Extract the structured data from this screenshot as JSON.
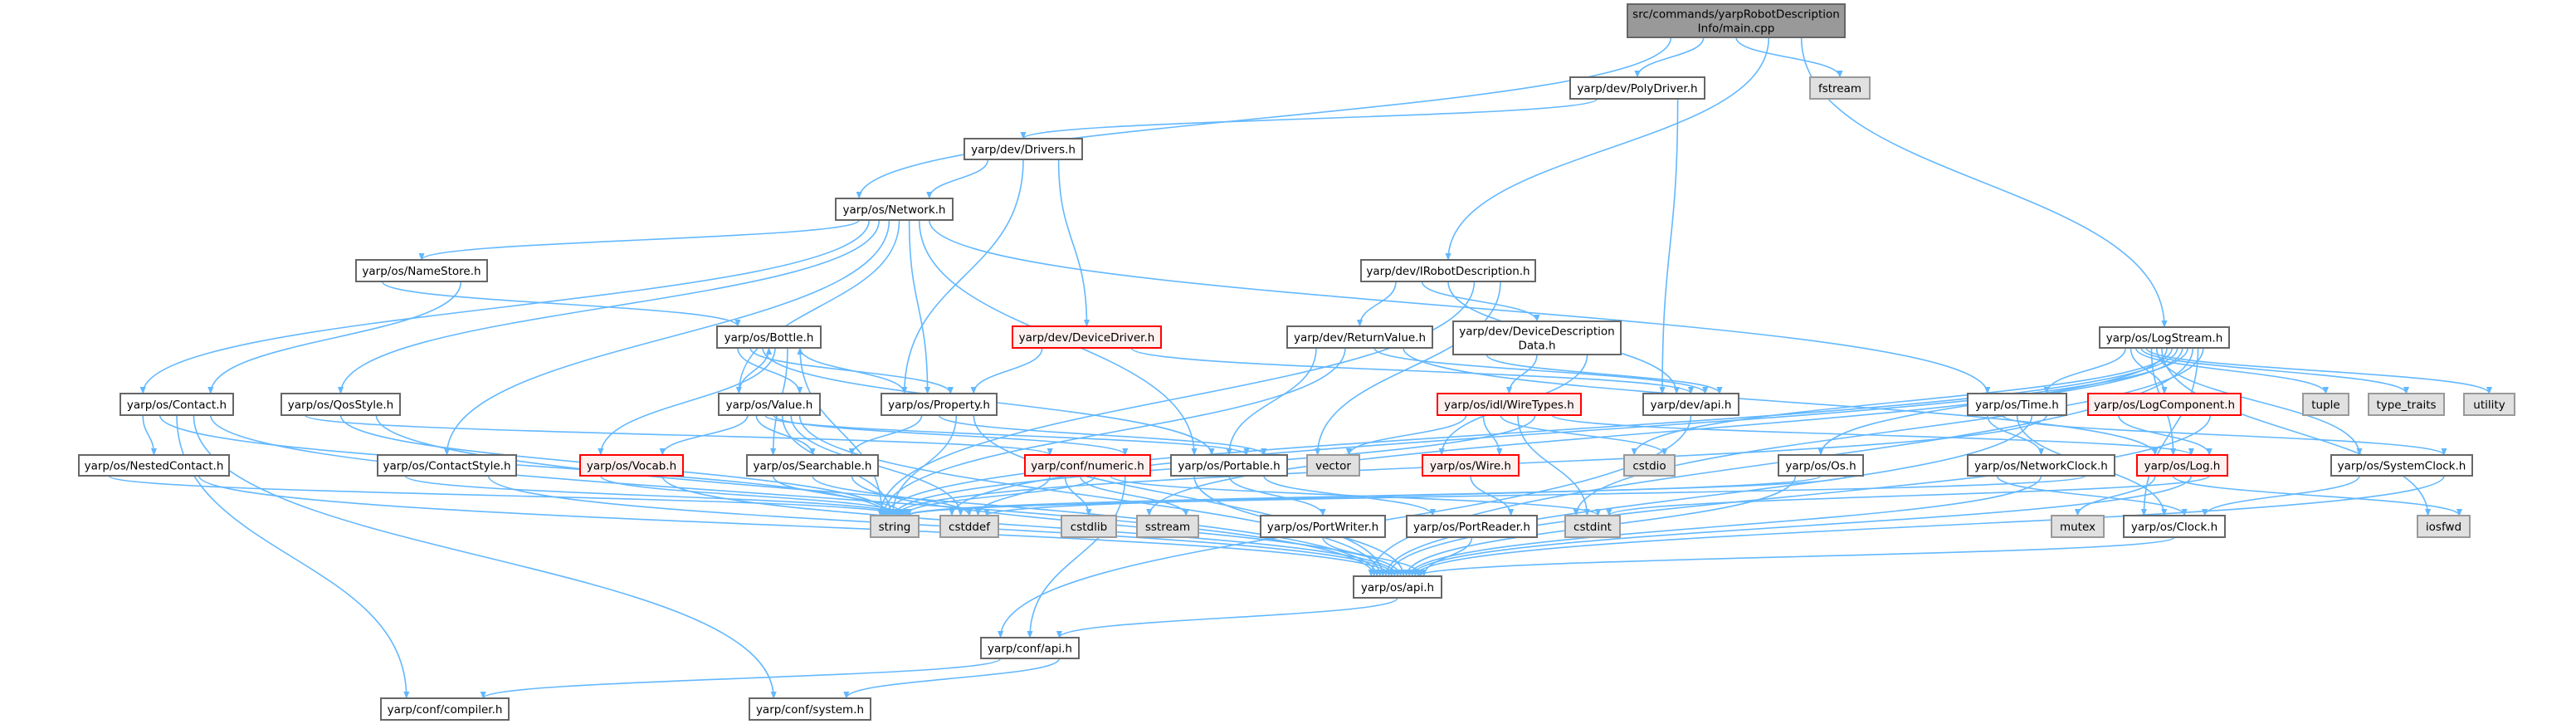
{
  "colors": {
    "edge": "#63b8ff",
    "main_fill": "#999999",
    "system_fill": "#e0e0e0",
    "missing_stroke": "#ff0000",
    "missing_fill": "#fff0f0"
  },
  "nodes": [
    {
      "id": "main",
      "kind": "main",
      "lines": [
        "src/commands/yarpRobotDescription",
        "Info/main.cpp"
      ]
    },
    {
      "id": "polydriver",
      "kind": "normal",
      "lines": [
        "yarp/dev/PolyDriver.h"
      ]
    },
    {
      "id": "fstream",
      "kind": "system",
      "lines": [
        "fstream"
      ]
    },
    {
      "id": "drivers",
      "kind": "normal",
      "lines": [
        "yarp/dev/Drivers.h"
      ]
    },
    {
      "id": "network",
      "kind": "normal",
      "lines": [
        "yarp/os/Network.h"
      ]
    },
    {
      "id": "namestore",
      "kind": "normal",
      "lines": [
        "yarp/os/NameStore.h"
      ]
    },
    {
      "id": "irobot",
      "kind": "normal",
      "lines": [
        "yarp/dev/IRobotDescription.h"
      ]
    },
    {
      "id": "bottle",
      "kind": "normal",
      "lines": [
        "yarp/os/Bottle.h"
      ]
    },
    {
      "id": "devicedriver",
      "kind": "missing",
      "lines": [
        "yarp/dev/DeviceDriver.h"
      ]
    },
    {
      "id": "returnvalue",
      "kind": "normal",
      "lines": [
        "yarp/dev/ReturnValue.h"
      ]
    },
    {
      "id": "ddd",
      "kind": "normal",
      "lines": [
        "yarp/dev/DeviceDescription",
        "Data.h"
      ]
    },
    {
      "id": "logstream",
      "kind": "normal",
      "lines": [
        "yarp/os/LogStream.h"
      ]
    },
    {
      "id": "contact",
      "kind": "normal",
      "lines": [
        "yarp/os/Contact.h"
      ]
    },
    {
      "id": "qosstyle",
      "kind": "normal",
      "lines": [
        "yarp/os/QosStyle.h"
      ]
    },
    {
      "id": "value",
      "kind": "normal",
      "lines": [
        "yarp/os/Value.h"
      ]
    },
    {
      "id": "property",
      "kind": "normal",
      "lines": [
        "yarp/os/Property.h"
      ]
    },
    {
      "id": "wiretypes",
      "kind": "missing",
      "lines": [
        "yarp/os/idl/WireTypes.h"
      ]
    },
    {
      "id": "devapi",
      "kind": "normal",
      "lines": [
        "yarp/dev/api.h"
      ]
    },
    {
      "id": "time",
      "kind": "normal",
      "lines": [
        "yarp/os/Time.h"
      ]
    },
    {
      "id": "logcomponent",
      "kind": "missing",
      "lines": [
        "yarp/os/LogComponent.h"
      ]
    },
    {
      "id": "tuple",
      "kind": "system",
      "lines": [
        "tuple"
      ]
    },
    {
      "id": "typetraits",
      "kind": "system",
      "lines": [
        "type_traits"
      ]
    },
    {
      "id": "utility",
      "kind": "system",
      "lines": [
        "utility"
      ]
    },
    {
      "id": "nestedcontact",
      "kind": "normal",
      "lines": [
        "yarp/os/NestedContact.h"
      ]
    },
    {
      "id": "contactstyle",
      "kind": "normal",
      "lines": [
        "yarp/os/ContactStyle.h"
      ]
    },
    {
      "id": "vocab",
      "kind": "missing",
      "lines": [
        "yarp/os/Vocab.h"
      ]
    },
    {
      "id": "searchable",
      "kind": "normal",
      "lines": [
        "yarp/os/Searchable.h"
      ]
    },
    {
      "id": "numeric",
      "kind": "missing",
      "lines": [
        "yarp/conf/numeric.h"
      ]
    },
    {
      "id": "portable",
      "kind": "normal",
      "lines": [
        "yarp/os/Portable.h"
      ]
    },
    {
      "id": "vector",
      "kind": "system",
      "lines": [
        "vector"
      ]
    },
    {
      "id": "wire",
      "kind": "missing",
      "lines": [
        "yarp/os/Wire.h"
      ]
    },
    {
      "id": "cstdio",
      "kind": "system",
      "lines": [
        "cstdio"
      ]
    },
    {
      "id": "os",
      "kind": "normal",
      "lines": [
        "yarp/os/Os.h"
      ]
    },
    {
      "id": "networkclock",
      "kind": "normal",
      "lines": [
        "yarp/os/NetworkClock.h"
      ]
    },
    {
      "id": "log",
      "kind": "missing",
      "lines": [
        "yarp/os/Log.h"
      ]
    },
    {
      "id": "systemclock",
      "kind": "normal",
      "lines": [
        "yarp/os/SystemClock.h"
      ]
    },
    {
      "id": "string",
      "kind": "system",
      "lines": [
        "string"
      ]
    },
    {
      "id": "cstddef",
      "kind": "system",
      "lines": [
        "cstddef"
      ]
    },
    {
      "id": "cstdlib",
      "kind": "system",
      "lines": [
        "cstdlib"
      ]
    },
    {
      "id": "sstream",
      "kind": "system",
      "lines": [
        "sstream"
      ]
    },
    {
      "id": "portwriter",
      "kind": "normal",
      "lines": [
        "yarp/os/PortWriter.h"
      ]
    },
    {
      "id": "portreader",
      "kind": "normal",
      "lines": [
        "yarp/os/PortReader.h"
      ]
    },
    {
      "id": "cstdint",
      "kind": "system",
      "lines": [
        "cstdint"
      ]
    },
    {
      "id": "mutex",
      "kind": "system",
      "lines": [
        "mutex"
      ]
    },
    {
      "id": "clock",
      "kind": "normal",
      "lines": [
        "yarp/os/Clock.h"
      ]
    },
    {
      "id": "iosfwd",
      "kind": "system",
      "lines": [
        "iosfwd"
      ]
    },
    {
      "id": "osapi",
      "kind": "normal",
      "lines": [
        "yarp/os/api.h"
      ]
    },
    {
      "id": "confapi",
      "kind": "normal",
      "lines": [
        "yarp/conf/api.h"
      ]
    },
    {
      "id": "compiler",
      "kind": "normal",
      "lines": [
        "yarp/conf/compiler.h"
      ]
    },
    {
      "id": "system",
      "kind": "normal",
      "lines": [
        "yarp/conf/system.h"
      ]
    }
  ],
  "edges": [
    [
      "main",
      "network"
    ],
    [
      "main",
      "polydriver"
    ],
    [
      "main",
      "fstream"
    ],
    [
      "main",
      "irobot"
    ],
    [
      "main",
      "logstream"
    ],
    [
      "polydriver",
      "drivers"
    ],
    [
      "polydriver",
      "devapi"
    ],
    [
      "drivers",
      "network"
    ],
    [
      "drivers",
      "property"
    ],
    [
      "drivers",
      "devicedriver"
    ],
    [
      "network",
      "namestore"
    ],
    [
      "network",
      "contact"
    ],
    [
      "network",
      "qosstyle"
    ],
    [
      "network",
      "contactstyle"
    ],
    [
      "network",
      "value"
    ],
    [
      "network",
      "property"
    ],
    [
      "network",
      "portable"
    ],
    [
      "network",
      "time"
    ],
    [
      "namestore",
      "bottle"
    ],
    [
      "namestore",
      "contact"
    ],
    [
      "irobot",
      "returnvalue"
    ],
    [
      "irobot",
      "ddd"
    ],
    [
      "irobot",
      "devapi"
    ],
    [
      "irobot",
      "string"
    ],
    [
      "irobot",
      "vector"
    ],
    [
      "bottle",
      "value"
    ],
    [
      "bottle",
      "property"
    ],
    [
      "bottle",
      "portable"
    ],
    [
      "bottle",
      "vocab"
    ],
    [
      "bottle",
      "searchable"
    ],
    [
      "bottle",
      "string"
    ],
    [
      "devicedriver",
      "property"
    ],
    [
      "devicedriver",
      "devapi"
    ],
    [
      "returnvalue",
      "portable"
    ],
    [
      "returnvalue",
      "string"
    ],
    [
      "returnvalue",
      "devapi"
    ],
    [
      "returnvalue",
      "log"
    ],
    [
      "ddd",
      "devapi"
    ],
    [
      "ddd",
      "wiretypes"
    ],
    [
      "ddd",
      "wire"
    ],
    [
      "logstream",
      "time"
    ],
    [
      "logstream",
      "logcomponent"
    ],
    [
      "logstream",
      "tuple"
    ],
    [
      "logstream",
      "typetraits"
    ],
    [
      "logstream",
      "utility"
    ],
    [
      "logstream",
      "log"
    ],
    [
      "logstream",
      "systemclock"
    ],
    [
      "logstream",
      "iosfwd"
    ],
    [
      "logstream",
      "os"
    ],
    [
      "logstream",
      "cstdio"
    ],
    [
      "logstream",
      "string"
    ],
    [
      "logstream",
      "sstream"
    ],
    [
      "logstream",
      "cstddef"
    ],
    [
      "logstream",
      "osapi"
    ],
    [
      "logstream",
      "clock"
    ],
    [
      "logstream",
      "cstdint"
    ],
    [
      "contact",
      "nestedcontact"
    ],
    [
      "contact",
      "string"
    ],
    [
      "contact",
      "compiler"
    ],
    [
      "contact",
      "system"
    ],
    [
      "contact",
      "osapi"
    ],
    [
      "qosstyle",
      "numeric"
    ],
    [
      "qosstyle",
      "string"
    ],
    [
      "qosstyle",
      "osapi"
    ],
    [
      "value",
      "bottle"
    ],
    [
      "value",
      "vocab"
    ],
    [
      "value",
      "searchable"
    ],
    [
      "value",
      "portable"
    ],
    [
      "value",
      "numeric"
    ],
    [
      "value",
      "string"
    ],
    [
      "value",
      "cstddef"
    ],
    [
      "value",
      "osapi"
    ],
    [
      "property",
      "bottle"
    ],
    [
      "property",
      "searchable"
    ],
    [
      "property",
      "portable"
    ],
    [
      "property",
      "string"
    ],
    [
      "property",
      "osapi"
    ],
    [
      "wiretypes",
      "vector"
    ],
    [
      "wiretypes",
      "wire"
    ],
    [
      "wiretypes",
      "cstdio"
    ],
    [
      "wiretypes",
      "cstdint"
    ],
    [
      "wiretypes",
      "string"
    ],
    [
      "wiretypes",
      "log"
    ],
    [
      "devapi",
      "confapi"
    ],
    [
      "time",
      "networkclock"
    ],
    [
      "time",
      "systemclock"
    ],
    [
      "time",
      "clock"
    ],
    [
      "time",
      "osapi"
    ],
    [
      "time",
      "string"
    ],
    [
      "logcomponent",
      "log"
    ],
    [
      "logcomponent",
      "osapi"
    ],
    [
      "nestedcontact",
      "string"
    ],
    [
      "nestedcontact",
      "osapi"
    ],
    [
      "contactstyle",
      "string"
    ],
    [
      "contactstyle",
      "osapi"
    ],
    [
      "vocab",
      "string"
    ],
    [
      "vocab",
      "osapi"
    ],
    [
      "searchable",
      "string"
    ],
    [
      "searchable",
      "cstddef"
    ],
    [
      "searchable",
      "osapi"
    ],
    [
      "numeric",
      "cstddef"
    ],
    [
      "numeric",
      "cstdlib"
    ],
    [
      "numeric",
      "sstream"
    ],
    [
      "numeric",
      "string"
    ],
    [
      "numeric",
      "cstdint"
    ],
    [
      "numeric",
      "confapi"
    ],
    [
      "portable",
      "osapi"
    ],
    [
      "portable",
      "portwriter"
    ],
    [
      "portable",
      "portreader"
    ],
    [
      "wire",
      "portreader"
    ],
    [
      "os",
      "osapi"
    ],
    [
      "os",
      "cstddef"
    ],
    [
      "os",
      "string"
    ],
    [
      "networkclock",
      "clock"
    ],
    [
      "networkclock",
      "osapi"
    ],
    [
      "networkclock",
      "string"
    ],
    [
      "log",
      "mutex"
    ],
    [
      "log",
      "iosfwd"
    ],
    [
      "log",
      "osapi"
    ],
    [
      "log",
      "cstdint"
    ],
    [
      "systemclock",
      "clock"
    ],
    [
      "systemclock",
      "osapi"
    ],
    [
      "clock",
      "osapi"
    ],
    [
      "portwriter",
      "osapi"
    ],
    [
      "portreader",
      "osapi"
    ],
    [
      "osapi",
      "confapi"
    ],
    [
      "confapi",
      "compiler"
    ],
    [
      "confapi",
      "system"
    ]
  ]
}
